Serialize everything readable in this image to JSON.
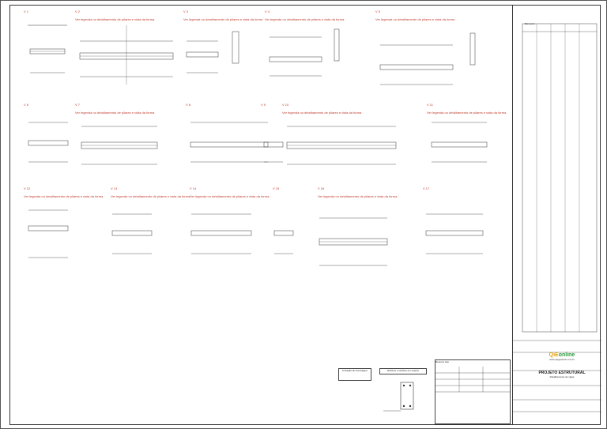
{
  "beam_notes": {
    "offset_note": "Ver legenda no detalhamento de pilares e vista da forma"
  },
  "beams": [
    {
      "tag": "V 1"
    },
    {
      "tag": "V 2"
    },
    {
      "tag": "V 3"
    },
    {
      "tag": "V 4"
    },
    {
      "tag": "V 5"
    },
    {
      "tag": "V 6"
    },
    {
      "tag": "V 7"
    },
    {
      "tag": "V 8"
    },
    {
      "tag": "V 9"
    },
    {
      "tag": "V 10"
    },
    {
      "tag": "V 11"
    },
    {
      "tag": "V 12"
    },
    {
      "tag": "V 13"
    },
    {
      "tag": "V 14"
    },
    {
      "tag": "V 15"
    },
    {
      "tag": "V 16"
    },
    {
      "tag": "V 17"
    }
  ],
  "schedule": {
    "title": "Elemento"
  },
  "legend_boxes": {
    "box1": "Armação de Ancoragem",
    "box2": "Estribos e estribos em espera"
  },
  "steel_table": {
    "header": "Resumo Aço"
  },
  "company": {
    "logo_a": "QiE",
    "logo_b": "online",
    "site": "www.qiegeotech.com.br"
  },
  "project": {
    "title": "PROJETO ESTRUTURAL",
    "subtitle": "Detalhamento de vigas"
  },
  "colors": {
    "line": "#333333",
    "red": "#c0392b",
    "brand_orange": "#e5a100",
    "brand_green": "#2a9a3a"
  }
}
